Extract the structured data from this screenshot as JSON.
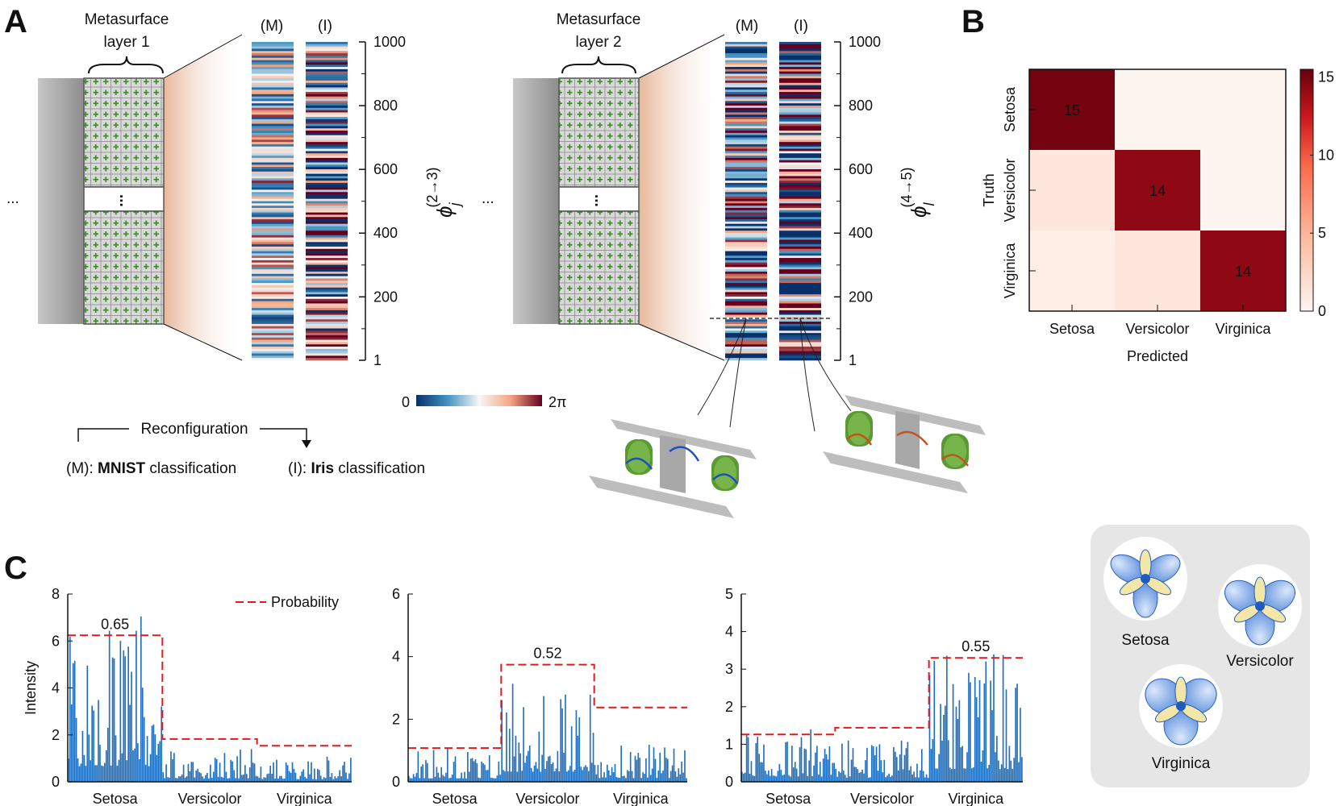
{
  "panels": {
    "a": "A",
    "b": "B",
    "c": "C"
  },
  "panel_a": {
    "layer1_title": [
      "Metasurface",
      "layer 1"
    ],
    "layer2_title": [
      "Metasurface",
      "layer 2"
    ],
    "ellipsis": "...",
    "column_labels": [
      "(M)",
      "(I)"
    ],
    "phase_axis_ticks": [
      "1000",
      "800",
      "600",
      "400",
      "200",
      "1"
    ],
    "phase_label_1": {
      "symbol": "ϕ",
      "sub": "j",
      "sup": "(2→3)"
    },
    "phase_label_2": {
      "symbol": "ϕ",
      "sub": "l",
      "sup": "(4→5)"
    },
    "colorbar": {
      "min": "0",
      "max": "2π",
      "colors": [
        "#08306b",
        "#4393c3",
        "#f7f7f7",
        "#f4a582",
        "#67001f"
      ]
    },
    "reconfiguration": "Reconfiguration",
    "mode_m": {
      "prefix": "(M): ",
      "bold": "MNIST",
      "suffix": " classification"
    },
    "mode_i": {
      "prefix": "(I): ",
      "bold": "Iris",
      "suffix": " classification"
    }
  },
  "chart_data": [
    {
      "type": "heatmap",
      "title": "",
      "xlabel": "Predicted",
      "ylabel": "Truth",
      "x_categories": [
        "Setosa",
        "Versicolor",
        "Virginica"
      ],
      "y_categories": [
        "Setosa",
        "Versicolor",
        "Virginica"
      ],
      "values": [
        [
          15,
          0,
          0
        ],
        [
          1,
          14,
          0
        ],
        [
          0.5,
          1,
          14
        ]
      ],
      "cell_labels": [
        [
          "15",
          "",
          ""
        ],
        [
          "",
          "14",
          ""
        ],
        [
          "",
          "",
          "14"
        ]
      ],
      "colorbar_ticks": [
        "15",
        "10",
        "5",
        "0"
      ],
      "colorbar_range": [
        0,
        15.5
      ],
      "colors": [
        "#fff5f0",
        "#fcbba1",
        "#fb6a4a",
        "#cb181d",
        "#67000d"
      ]
    },
    {
      "type": "bar",
      "ylabel": "Intensity",
      "ylim": [
        0,
        8
      ],
      "yticks": [
        "0",
        "2",
        "4",
        "6",
        "8"
      ],
      "categories": [
        "Setosa",
        "Versicolor",
        "Virginica"
      ],
      "series": [
        {
          "name": "Probability",
          "type": "line-step",
          "values": [
            0.65,
            0.19,
            0.16
          ],
          "label": "0.65"
        }
      ],
      "legend": "Probability",
      "legend_position": "top-right",
      "bar_color": "#1f6fbf",
      "line_color": "#e31a1c"
    },
    {
      "type": "bar",
      "ylabel": "",
      "ylim": [
        0,
        6
      ],
      "yticks": [
        "0",
        "2",
        "4",
        "6"
      ],
      "categories": [
        "Setosa",
        "Versicolor",
        "Virginica"
      ],
      "series": [
        {
          "type": "line-step",
          "values": [
            0.15,
            0.52,
            0.33
          ],
          "label": "0.52"
        }
      ],
      "bar_color": "#1f6fbf",
      "line_color": "#e31a1c"
    },
    {
      "type": "bar",
      "ylabel": "",
      "ylim": [
        0,
        5
      ],
      "yticks": [
        "0",
        "1",
        "2",
        "3",
        "4",
        "5"
      ],
      "categories": [
        "Setosa",
        "Versicolor",
        "Virginica"
      ],
      "series": [
        {
          "type": "line-step",
          "values": [
            0.21,
            0.24,
            0.55
          ],
          "label": "0.55"
        }
      ],
      "bar_color": "#1f6fbf",
      "line_color": "#e31a1c"
    }
  ],
  "flower_legend": {
    "items": [
      "Setosa",
      "Versicolor",
      "Virginica"
    ]
  }
}
